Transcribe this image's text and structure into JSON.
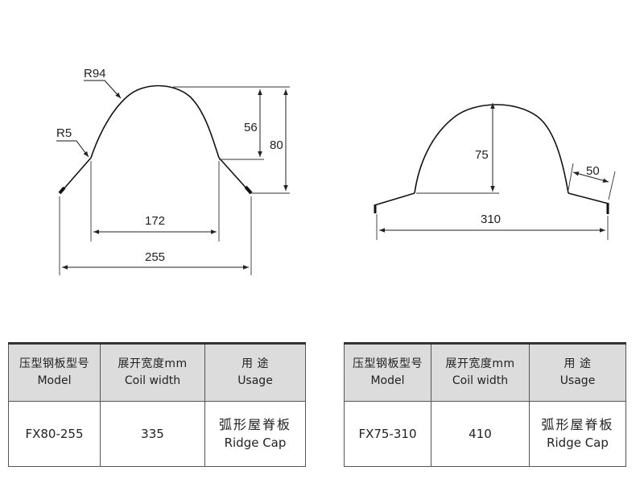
{
  "profiles": [
    {
      "model": "FX80-255",
      "dimensions": {
        "radius_crown": "R94",
        "radius_edge": "R5",
        "height_inner": "56",
        "height_total": "80",
        "width_base": "172",
        "width_total": "255"
      }
    },
    {
      "model": "FX75-310",
      "dimensions": {
        "height": "75",
        "flange": "50",
        "width_total": "310"
      }
    }
  ],
  "tables": [
    {
      "headers": {
        "model_zh": "压型钢板型号",
        "model_en": "Model",
        "coil_zh": "展开宽度mm",
        "coil_en": "Coil width",
        "usage_zh": "用 途",
        "usage_en": "Usage"
      },
      "row": {
        "model": "FX80-255",
        "coil_width": "335",
        "usage_zh": "弧形屋脊板",
        "usage_en": "Ridge Cap"
      }
    },
    {
      "headers": {
        "model_zh": "压型钢板型号",
        "model_en": "Model",
        "coil_zh": "展开宽度mm",
        "coil_en": "Coil width",
        "usage_zh": "用 途",
        "usage_en": "Usage"
      },
      "row": {
        "model": "FX75-310",
        "coil_width": "410",
        "usage_zh": "弧形屋脊板",
        "usage_en": "Ridge Cap"
      }
    }
  ]
}
